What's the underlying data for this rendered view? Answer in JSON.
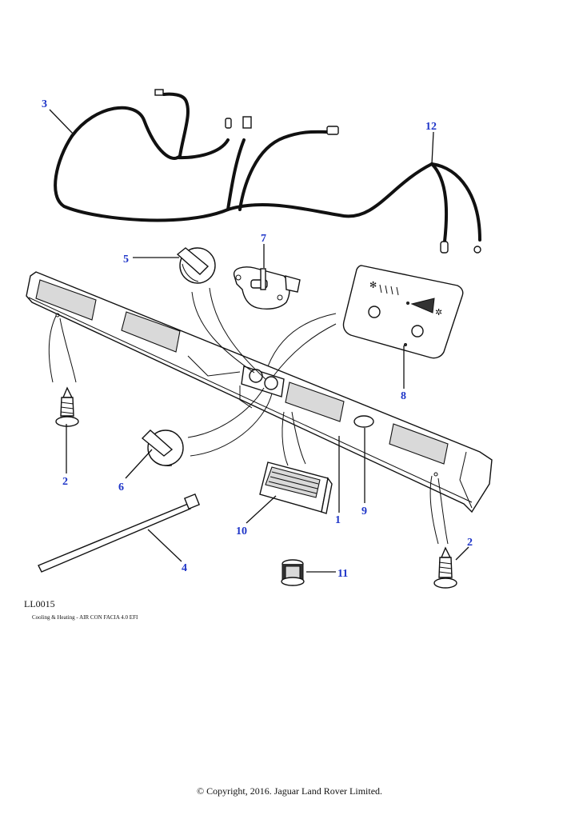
{
  "diagram": {
    "reference_code": "LL0015",
    "caption": "Cooling & Heating - AIR CON FACIA 4.0 EFI",
    "copyright": "© Copyright, 2016. Jaguar Land Rover Limited.",
    "callouts": [
      {
        "id": "c1",
        "label": "1"
      },
      {
        "id": "c2a",
        "label": "2"
      },
      {
        "id": "c2b",
        "label": "2"
      },
      {
        "id": "c3",
        "label": "3"
      },
      {
        "id": "c4",
        "label": "4"
      },
      {
        "id": "c5",
        "label": "5"
      },
      {
        "id": "c6",
        "label": "6"
      },
      {
        "id": "c7",
        "label": "7"
      },
      {
        "id": "c8",
        "label": "8"
      },
      {
        "id": "c9",
        "label": "9"
      },
      {
        "id": "c10",
        "label": "10"
      },
      {
        "id": "c11",
        "label": "11"
      },
      {
        "id": "c12",
        "label": "12"
      }
    ],
    "callout_color": "#1e35c8"
  }
}
